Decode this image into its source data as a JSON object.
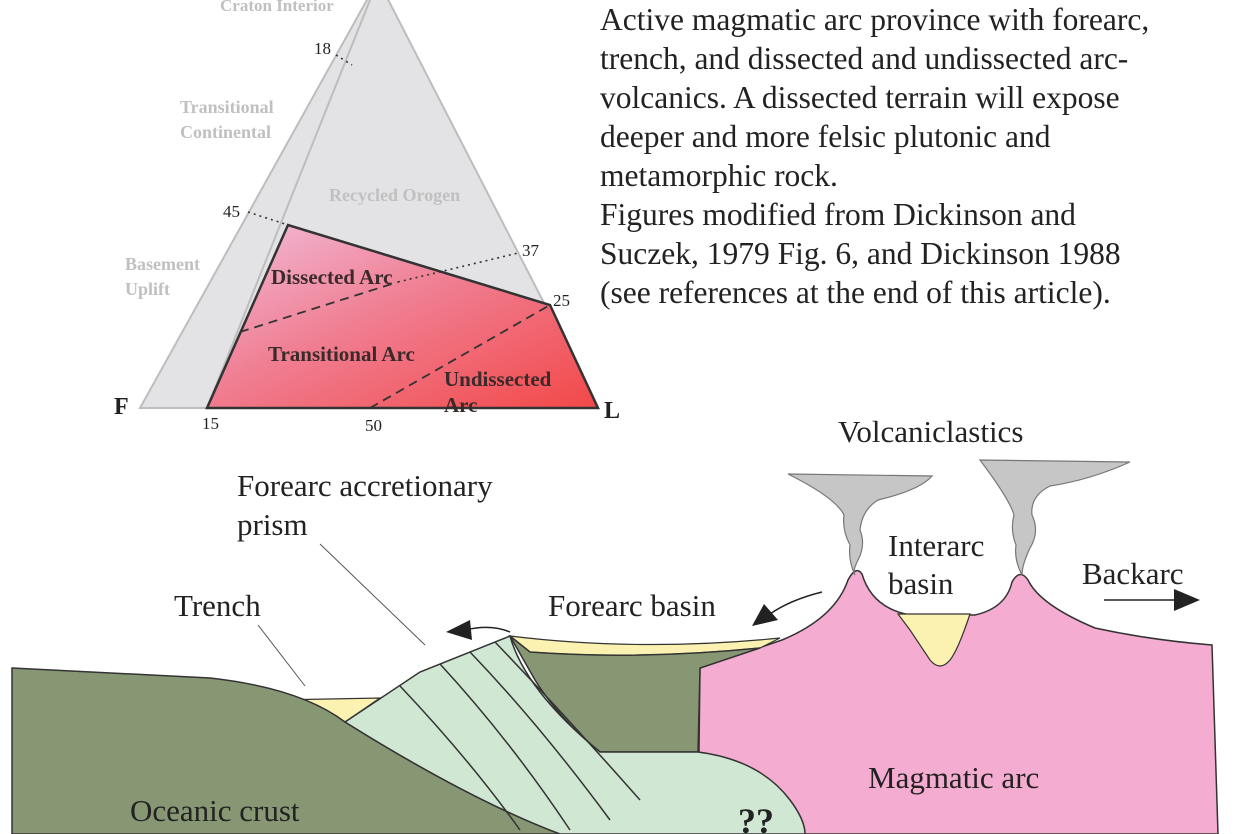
{
  "ternary": {
    "fields": {
      "craton_interior": "Craton Interior",
      "transitional_continental_1": "Transitional",
      "transitional_continental_2": "Continental",
      "recycled_orogen": "Recycled Orogen",
      "basement_uplift_1": "Basement",
      "basement_uplift_2": "Uplift",
      "dissected_arc": "Dissected Arc",
      "transitional_arc": "Transitional Arc",
      "undissected_arc_1": "Undissected",
      "undissected_arc_2": "Arc"
    },
    "vertices": {
      "f": "F",
      "l": "L"
    },
    "ticks": {
      "t18": "18",
      "t45": "45",
      "t37": "37",
      "t25": "25",
      "t15": "15",
      "t50": "50"
    }
  },
  "description": {
    "line1": "Active magmatic arc province with forearc,",
    "line2": "trench, and dissected and undissected arc-",
    "line3": "volcanics. A dissected terrain will expose",
    "line4": "deeper and more felsic plutonic and",
    "line5": "metamorphic rock.",
    "line6": "Figures modified from Dickinson and",
    "line7": "Suczek, 1979 Fig. 6, and Dickinson 1988",
    "line8": "(see references at the end of this article)."
  },
  "cross_section": {
    "volcaniclastics": "Volcaniclastics",
    "forearc_prism_1": "Forearc accretionary",
    "forearc_prism_2": "prism",
    "interarc_1": "Interarc",
    "interarc_2": "basin",
    "backarc": "Backarc",
    "trench": "Trench",
    "forearc_basin": "Forearc basin",
    "magmatic_arc": "Magmatic arc",
    "oceanic_crust": "Oceanic crust",
    "unknown": "??"
  },
  "colors": {
    "oceanic_crust": "#879774",
    "prism": "#cfe7d3",
    "sediment": "#fbf2b1",
    "magmatic_arc": "#f4acd0",
    "plume": "#c6c6c6",
    "ternary_field": "#e3e3e6",
    "arc_field_light": "#f2b6d8",
    "arc_field_dark": "#f25252",
    "field_label_gray": "#c0c0c0"
  }
}
